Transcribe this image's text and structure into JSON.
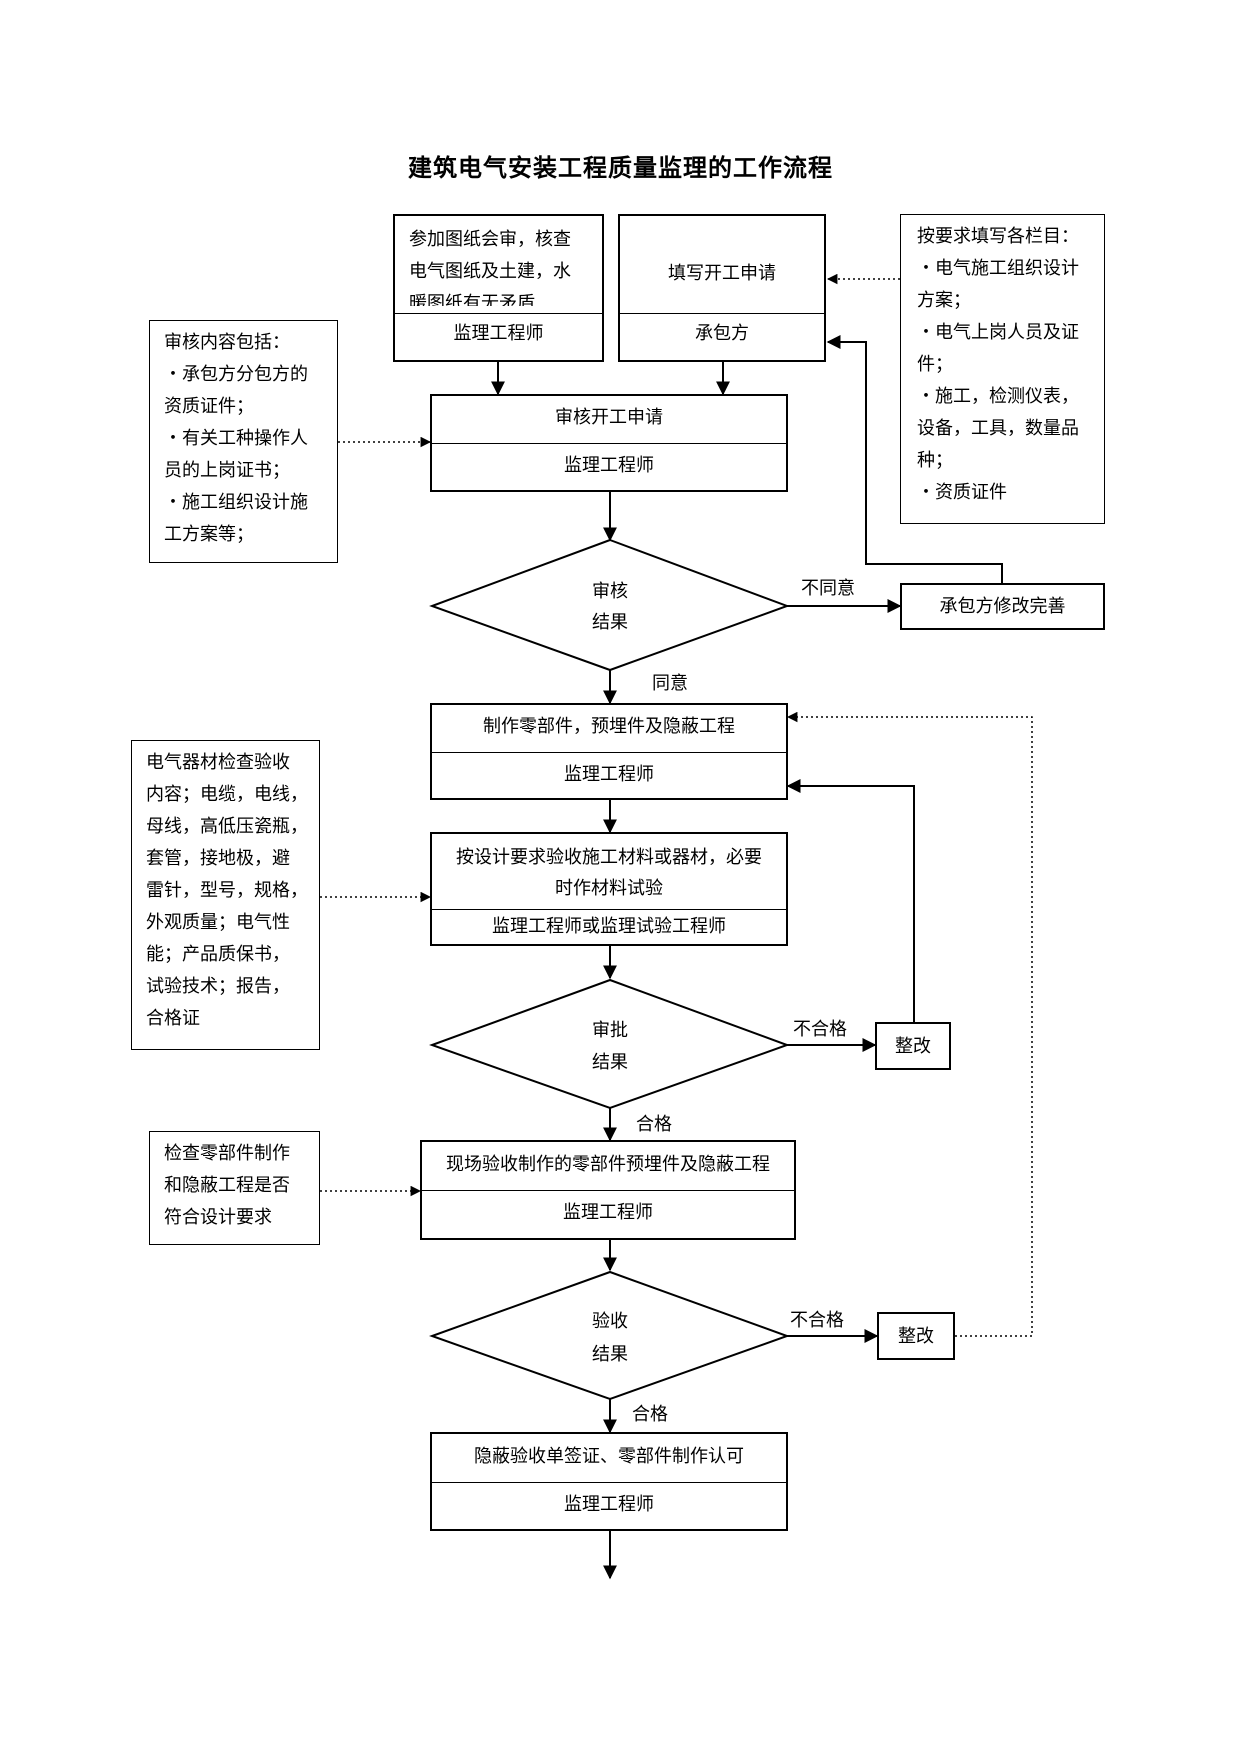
{
  "title": "建筑电气安装工程质量监理的工作流程",
  "boxes": {
    "drawing_review": {
      "text": "参加图纸会审，核查电气图纸及土建，水暖图纸有无矛盾",
      "lines": [
        "参加图纸会审，核查",
        "电气图纸及土建，水",
        "暖图纸有无矛盾"
      ],
      "role": "监理工程师"
    },
    "start_application": {
      "text": "填写开工申请",
      "role": "承包方"
    },
    "review_application": {
      "text": "审核开工申请",
      "role": "监理工程师"
    },
    "make_parts": {
      "text": "制作零部件，预埋件及隐蔽工程",
      "role": "监理工程师"
    },
    "material_acceptance": {
      "lines": [
        "按设计要求验收施工材料或器材，必要",
        "时作材料试验"
      ],
      "role": "监理工程师或监理试验工程师"
    },
    "site_acceptance": {
      "text": "现场验收制作的零部件预埋件及隐蔽工程",
      "role": "监理工程师"
    },
    "signoff": {
      "text": "隐蔽验收单签证、零部件制作认可",
      "role": "监理工程师"
    },
    "contractor_revise": {
      "text": "承包方修改完善"
    },
    "rectify_1": {
      "text": "整改"
    },
    "rectify_2": {
      "text": "整改"
    }
  },
  "decisions": {
    "review_result": {
      "line1": "审核",
      "line2": "结果"
    },
    "approval_result": {
      "line1": "审批",
      "line2": "结果"
    },
    "acceptance_result": {
      "line1": "验收",
      "line2": "结果"
    }
  },
  "notes": {
    "fill_items": [
      "按要求填写各栏目：",
      "・电气施工组织设计",
      "方案；",
      "・电气上岗人员及证",
      "件；",
      "・施工，检测仪表，",
      "设备，工具，数量品",
      "种；",
      "・资质证件"
    ],
    "review_content": [
      "审核内容包括：",
      "・承包方分包方的",
      "资质证件；",
      "・有关工种操作人",
      "员的上岗证书；",
      "・施工组织设计施",
      "工方案等；"
    ],
    "equipment_check": [
      "电气器材检查验收",
      "内容；电缆，电线，",
      "母线，高低压瓷瓶，",
      "套管，接地极，避",
      "雷针，型号，规格，",
      "外观质量；电气性",
      "能；产品质保书，",
      "试验技术；报告，",
      "合格证"
    ],
    "parts_check": [
      "检查零部件制作",
      "和隐蔽工程是否",
      "符合设计要求"
    ]
  },
  "edge_labels": {
    "disagree": "不同意",
    "agree": "同意",
    "fail_1": "不合格",
    "pass_1": "合格",
    "fail_2": "不合格",
    "pass_2": "合格"
  }
}
